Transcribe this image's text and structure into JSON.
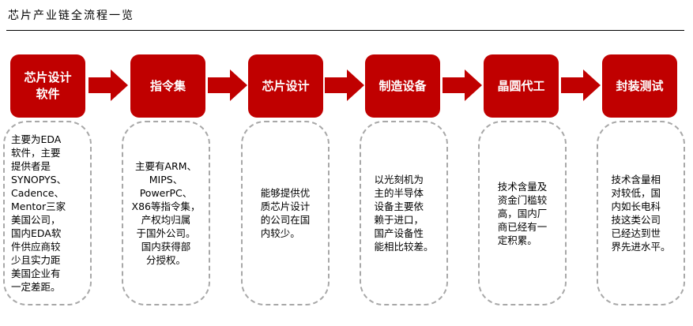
{
  "title": "芯片产业链全流程一览",
  "accent_color": "#c00000",
  "stages": [
    {
      "label": "芯片设计\n软件",
      "description": "主要为EDA\n软件，主要\n提供者是\nSYNOPYS、\nCadence、\nMentor三家\n美国公司，\n国内EDA软\n件供应商较\n少且实力距\n美国企业有\n一定差距。"
    },
    {
      "label": "指令集",
      "description": "主要有ARM、\nMIPS、\nPowerPC、\nX86等指令集，\n产权均归属\n于国外公司。\n国内获得部\n分授权。"
    },
    {
      "label": "芯片设计",
      "description": "能够提供优\n质芯片设计\n的公司在国\n内较少。"
    },
    {
      "label": "制造设备",
      "description": "以光刻机为\n主的半导体\n设备主要依\n赖于进口，\n国产设备性\n能相比较差。"
    },
    {
      "label": "晶圆代工",
      "description": "技术含量及\n资金门槛较\n高，国内厂\n商已经有一\n定积累。"
    },
    {
      "label": "封装测试",
      "description": "技术含量相\n对较低，国\n内如长电科\n技这类公司\n已经达到世\n界先进水平。"
    }
  ]
}
